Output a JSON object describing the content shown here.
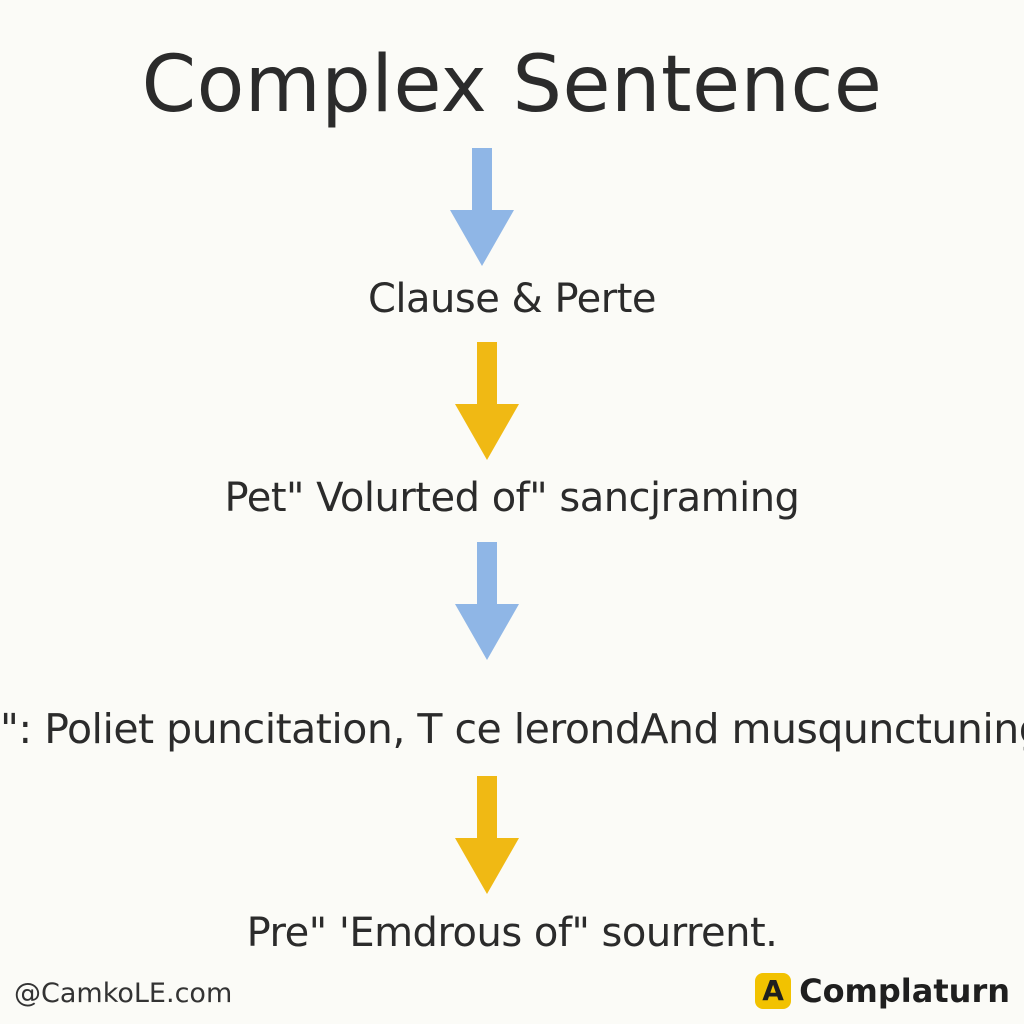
{
  "title": "Complex Sentence",
  "steps": [
    "Clause & Perte",
    "Pet\" Volurted of\" sancjraming",
    "\": Poliet puncitation, T ce lerondAnd musqunctuning.",
    "Pre\" 'Emdrous of\" sourrent."
  ],
  "arrows": [
    {
      "color": "#8fb6e6",
      "icon": "arrow-down-icon"
    },
    {
      "color": "#f0b914",
      "icon": "arrow-down-icon"
    },
    {
      "color": "#8fb6e6",
      "icon": "arrow-down-icon"
    },
    {
      "color": "#f0b914",
      "icon": "arrow-down-icon"
    }
  ],
  "footer": {
    "handle": "@CamkoLE.com",
    "brand_letter": "A",
    "brand_name": "Complaturn"
  }
}
